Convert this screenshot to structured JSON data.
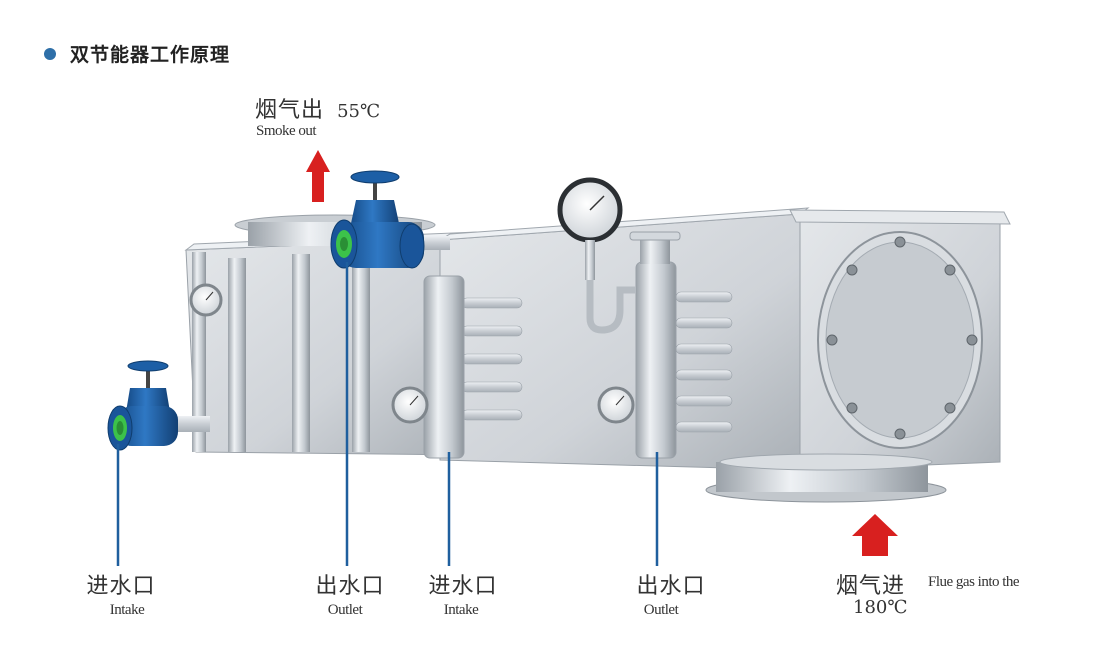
{
  "header": {
    "title": "双节能器工作原理"
  },
  "labels": {
    "smoke_out_cn": "烟气出",
    "smoke_out_temp": "55℃",
    "smoke_out_en": "Smoke out",
    "intake1_cn": "进水口",
    "intake1_en": "Intake",
    "outlet1_cn": "出水口",
    "outlet1_en": "Outlet",
    "intake2_cn": "进水口",
    "intake2_en": "Intake",
    "outlet2_cn": "出水口",
    "outlet2_en": "Outlet",
    "flue_in_cn": "烟气进",
    "flue_in_temp": "180℃",
    "flue_in_en": "Flue gas into the"
  },
  "colors": {
    "bullet": "#2e6fa8",
    "arrow": "#d8201f",
    "pointer_line": "#1f5f9e",
    "valve": "#1f5fa8",
    "valve_ring": "#3cc24a",
    "steel_light": "#dfe3e7",
    "steel_mid": "#b9bfc6",
    "steel_dark": "#8d949b"
  }
}
